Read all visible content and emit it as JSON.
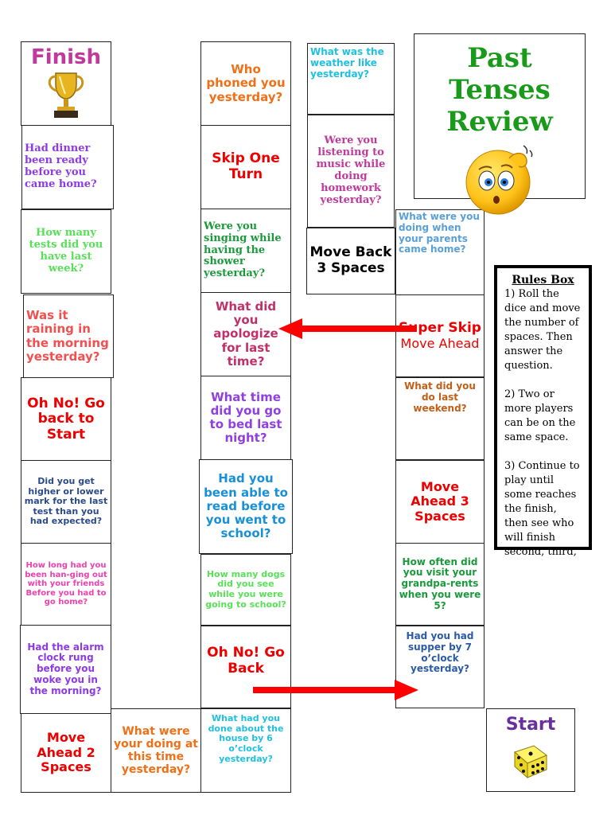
{
  "title": "Past Tenses Review",
  "rules": {
    "heading": "Rules Box",
    "items": [
      "1) Roll the dice and move the number of spaces. Then answer the question.",
      "2) Two or more players can be on the same space.",
      "3) Continue to play until some reaches the finish, then see who will finish second, third,"
    ]
  },
  "spaces": {
    "finish": "Finish",
    "start": "Start",
    "c1_2": "Had dinner been ready before you came home?",
    "c1_3": "How many tests did you have last week?",
    "c1_4": "Was it raining in the morning yesterday?",
    "c1_5": "Oh No! Go back to Start",
    "c1_6": "Did you get higher or lower mark for the last test than you had expected?",
    "c1_7": "How long had you been han-ging out with your friends Before you had to go home?",
    "c1_8": "Had the alarm clock rung before you woke you in the morning?",
    "c1_9": "Move Ahead 2 Spaces",
    "c2_9": "What were your doing at this time yesterday?",
    "c3_1": "Who phoned you yesterday?",
    "c3_2": "Skip One Turn",
    "c3_3": "Were you singing while having the shower yesterday?",
    "c3_4": "What did you apologize for last time?",
    "c3_5": "What time did you go to bed last night?",
    "c3_6": "Had you been able to read before you went to school?",
    "c3_7": "How many dogs did you see while you were going to school?",
    "c3_8": "Oh No! Go Back",
    "c3_9": "What had you done about the house by 6 o’clock yesterday?",
    "c4_1": "What was the weather like yesterday?",
    "c4_2": "Were you listening to music while doing homework yesterday?",
    "c4_3": "Move Back 3 Spaces",
    "c5_3": "What were you doing when your parents came home?",
    "c5_4a": "Super Skip",
    "c5_4b": "Move Ahead",
    "c5_5": "What did you do last weekend?",
    "c5_6": "Move Ahead 3 Spaces",
    "c5_7": "How often did you visit your grandpa-rents when you were 5?",
    "c5_8": "Had you had supper by 7 o’clock yesterday?"
  },
  "colors": {
    "arrow": "#ff0000",
    "title": "#1a9a1a",
    "finish": "#c0399d",
    "start": "#6a2f9c"
  },
  "icons": [
    "trophy-icon",
    "confused-emoji-icon",
    "dice-icon",
    "arrow-left-icon",
    "arrow-right-icon"
  ]
}
